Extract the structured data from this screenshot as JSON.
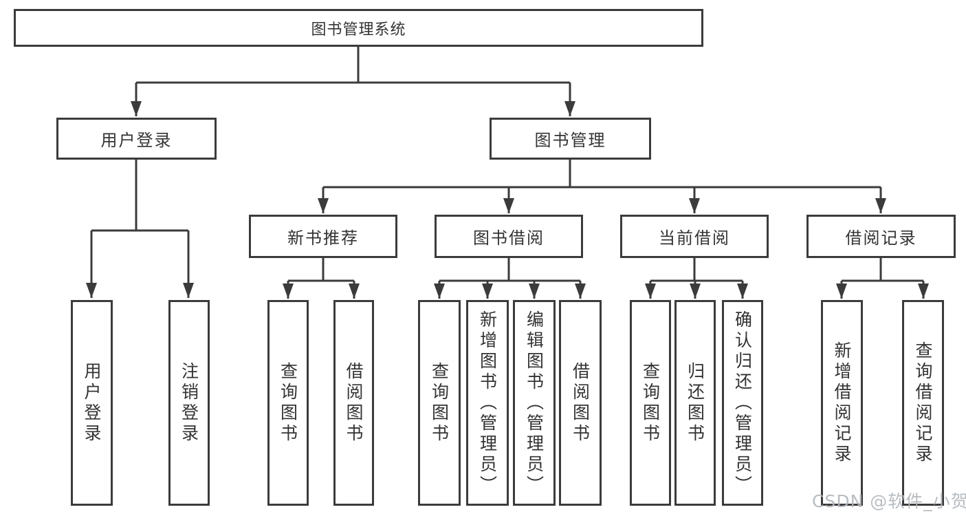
{
  "diagram": {
    "root": "图书管理系统",
    "branches": [
      {
        "label": "用户登录",
        "children": [
          {
            "label": "用户登录"
          },
          {
            "label": "注销登录"
          }
        ]
      },
      {
        "label": "图书管理",
        "sections": [
          {
            "label": "新书推荐",
            "children": [
              {
                "label": "查询图书"
              },
              {
                "label": "借阅图书"
              }
            ]
          },
          {
            "label": "图书借阅",
            "children": [
              {
                "label": "查询图书"
              },
              {
                "label": "新增图书（管理员）"
              },
              {
                "label": "编辑图书（管理员）"
              },
              {
                "label": "借阅图书"
              }
            ]
          },
          {
            "label": "当前借阅",
            "children": [
              {
                "label": "查询图书"
              },
              {
                "label": "归还图书"
              },
              {
                "label": "确认归还（管理员）"
              }
            ]
          },
          {
            "label": "借阅记录",
            "children": [
              {
                "label": "新增借阅记录"
              },
              {
                "label": "查询借阅记录"
              }
            ]
          }
        ]
      }
    ]
  },
  "watermark": {
    "text": "CSDN @软件_小贺同学"
  },
  "colors": {
    "line": "#3b3b3b",
    "text": "#333333",
    "background": "#ffffff",
    "watermark": "#b3b8bd"
  }
}
